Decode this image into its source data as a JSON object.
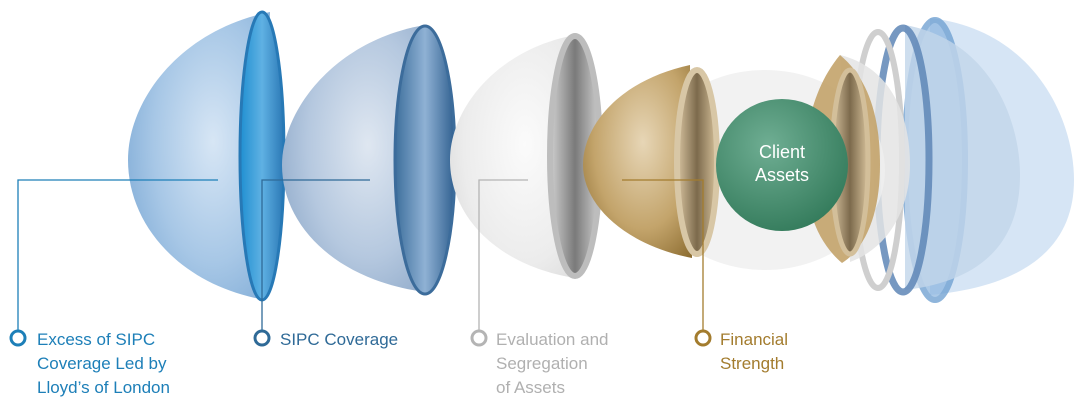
{
  "center": {
    "line1": "Client",
    "line2": "Assets"
  },
  "layers": [
    {
      "id": "excess-sipc",
      "lines": [
        "Excess of SIPC",
        "Coverage Led by",
        "Lloyd’s of London"
      ],
      "color": "#1d7fb8"
    },
    {
      "id": "sipc",
      "lines": [
        "SIPC Coverage"
      ],
      "color": "#2f6a97"
    },
    {
      "id": "evaluation",
      "lines": [
        "Evaluation and",
        "Segregation",
        "of Assets"
      ],
      "color": "#b4b4b4"
    },
    {
      "id": "financial-strength",
      "lines": [
        "Financial",
        "Strength"
      ],
      "color": "#a37c2e"
    }
  ],
  "colors": {
    "center": "#3e8a6c",
    "blue_light": "#a9c8e6",
    "blue_mid": "#6f9fcf",
    "blue_dark": "#2f6a97",
    "gray_light": "#eeeeee",
    "gold": "#b08a47"
  }
}
